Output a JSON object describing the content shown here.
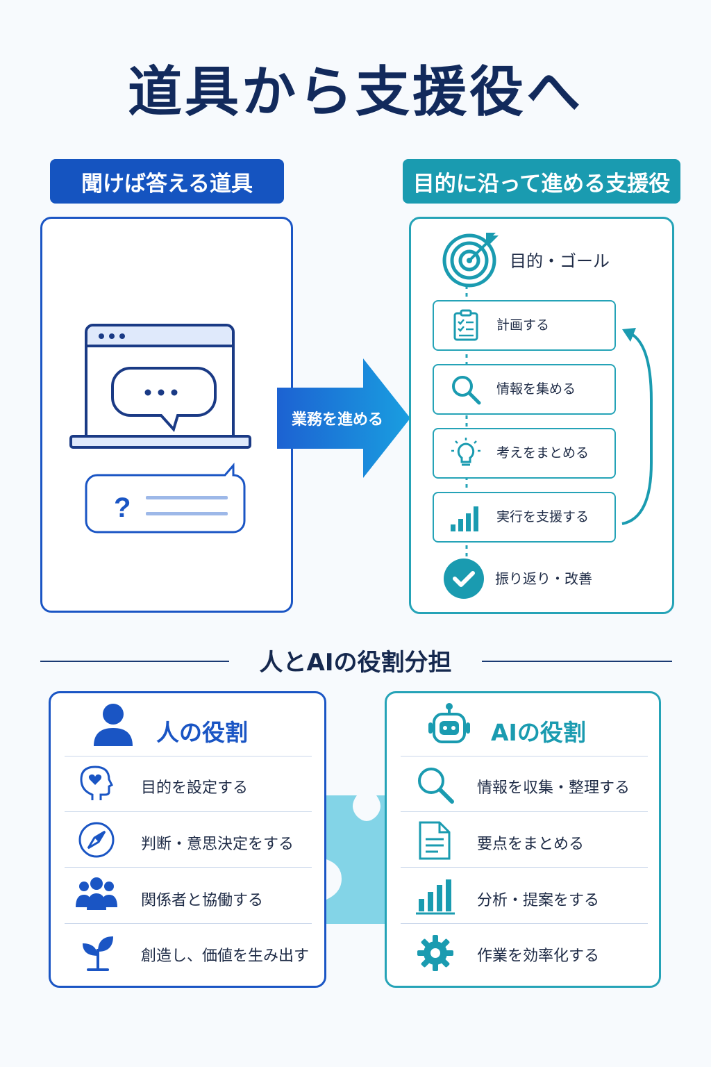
{
  "title": "道具から支援役へ",
  "left_label": "聞けば答える道具",
  "right_label": "目的に沿って進める支援役",
  "arrow_label": "業務を進める",
  "process": {
    "goal": "目的・ゴール",
    "steps": [
      {
        "label": "計画する",
        "icon": "checklist-icon"
      },
      {
        "label": "情報を集める",
        "icon": "magnifier-icon"
      },
      {
        "label": "考えをまとめる",
        "icon": "lightbulb-icon"
      },
      {
        "label": "実行を支援する",
        "icon": "bar-chart-icon"
      }
    ],
    "final": "振り返り・改善"
  },
  "roles_title": "人とAIの役割分担",
  "human": {
    "title": "人の役割",
    "items": [
      {
        "label": "目的を設定する",
        "icon": "head-heart-icon"
      },
      {
        "label": "判断・意思決定をする",
        "icon": "compass-icon"
      },
      {
        "label": "関係者と協働する",
        "icon": "people-icon"
      },
      {
        "label": "創造し、価値を生み出す",
        "icon": "sprout-icon"
      }
    ]
  },
  "ai": {
    "title": "AIの役割",
    "items": [
      {
        "label": "情報を収集・整理する",
        "icon": "magnifier-icon"
      },
      {
        "label": "要点をまとめる",
        "icon": "document-icon"
      },
      {
        "label": "分析・提案をする",
        "icon": "bar-chart-icon"
      },
      {
        "label": "作業を効率化する",
        "icon": "gear-icon"
      }
    ]
  },
  "colors": {
    "navy": "#122a5c",
    "blue": "#1554c0",
    "teal": "#1a9bb0",
    "light_teal": "#6fcde3"
  }
}
